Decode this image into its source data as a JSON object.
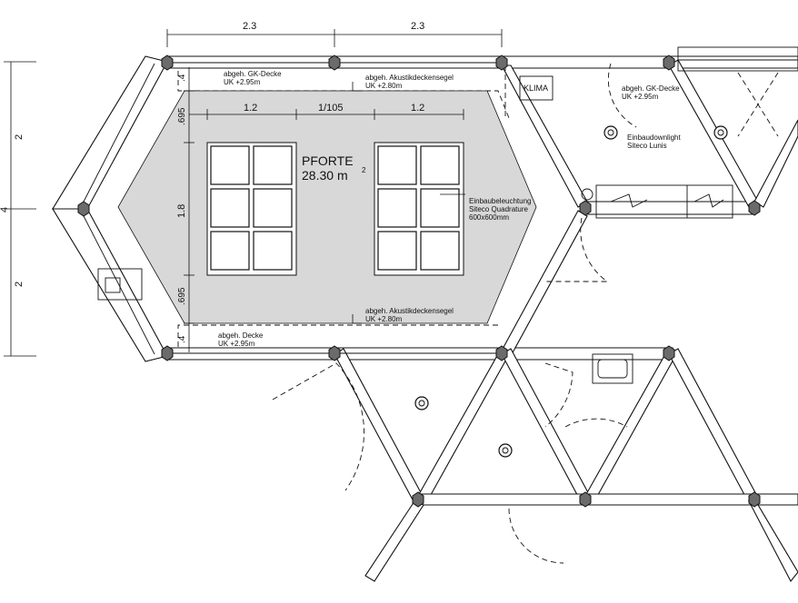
{
  "room": {
    "name": "PFORTE",
    "area": "28.30",
    "area_unit": "m"
  },
  "dimensions": {
    "top": [
      "2.3",
      "2.3"
    ],
    "left": [
      "2",
      "2"
    ],
    "left_total": "4",
    "inner_widths": [
      "1.2",
      "1/105",
      "1.2"
    ],
    "inner_height": "1.8",
    "inner_top": ".695",
    "inner_bottom": ".695",
    "edge_top": ".4",
    "edge_bottom": ".4"
  },
  "notes": {
    "ceiling_top_left": [
      "abgeh. GK-Decke",
      "UK +2.95m"
    ],
    "sail_top": [
      "abgeh. Akustikdeckensegel",
      "UK +2.80m"
    ],
    "ceiling_bottom_left": [
      "abgeh. Decke",
      "UK +2.95m"
    ],
    "sail_bottom": [
      "abgeh. Akustikdeckensegel",
      "UK +2.80m"
    ],
    "ceiling_right": [
      "abgeh. GK-Decke",
      "UK +2.95m"
    ],
    "recessed_light": [
      "Einbaubeleuchtung",
      "Siteco Quadrature",
      "600x600mm"
    ],
    "downlight": [
      "Einbaudownlight",
      "Siteco Lunis"
    ]
  },
  "labels": {
    "klima": "KLIMA"
  },
  "icons": [
    "column-marker-icon",
    "downlight-icon",
    "door-swing-icon",
    "sink-icon",
    "electrical-panel-icon"
  ]
}
